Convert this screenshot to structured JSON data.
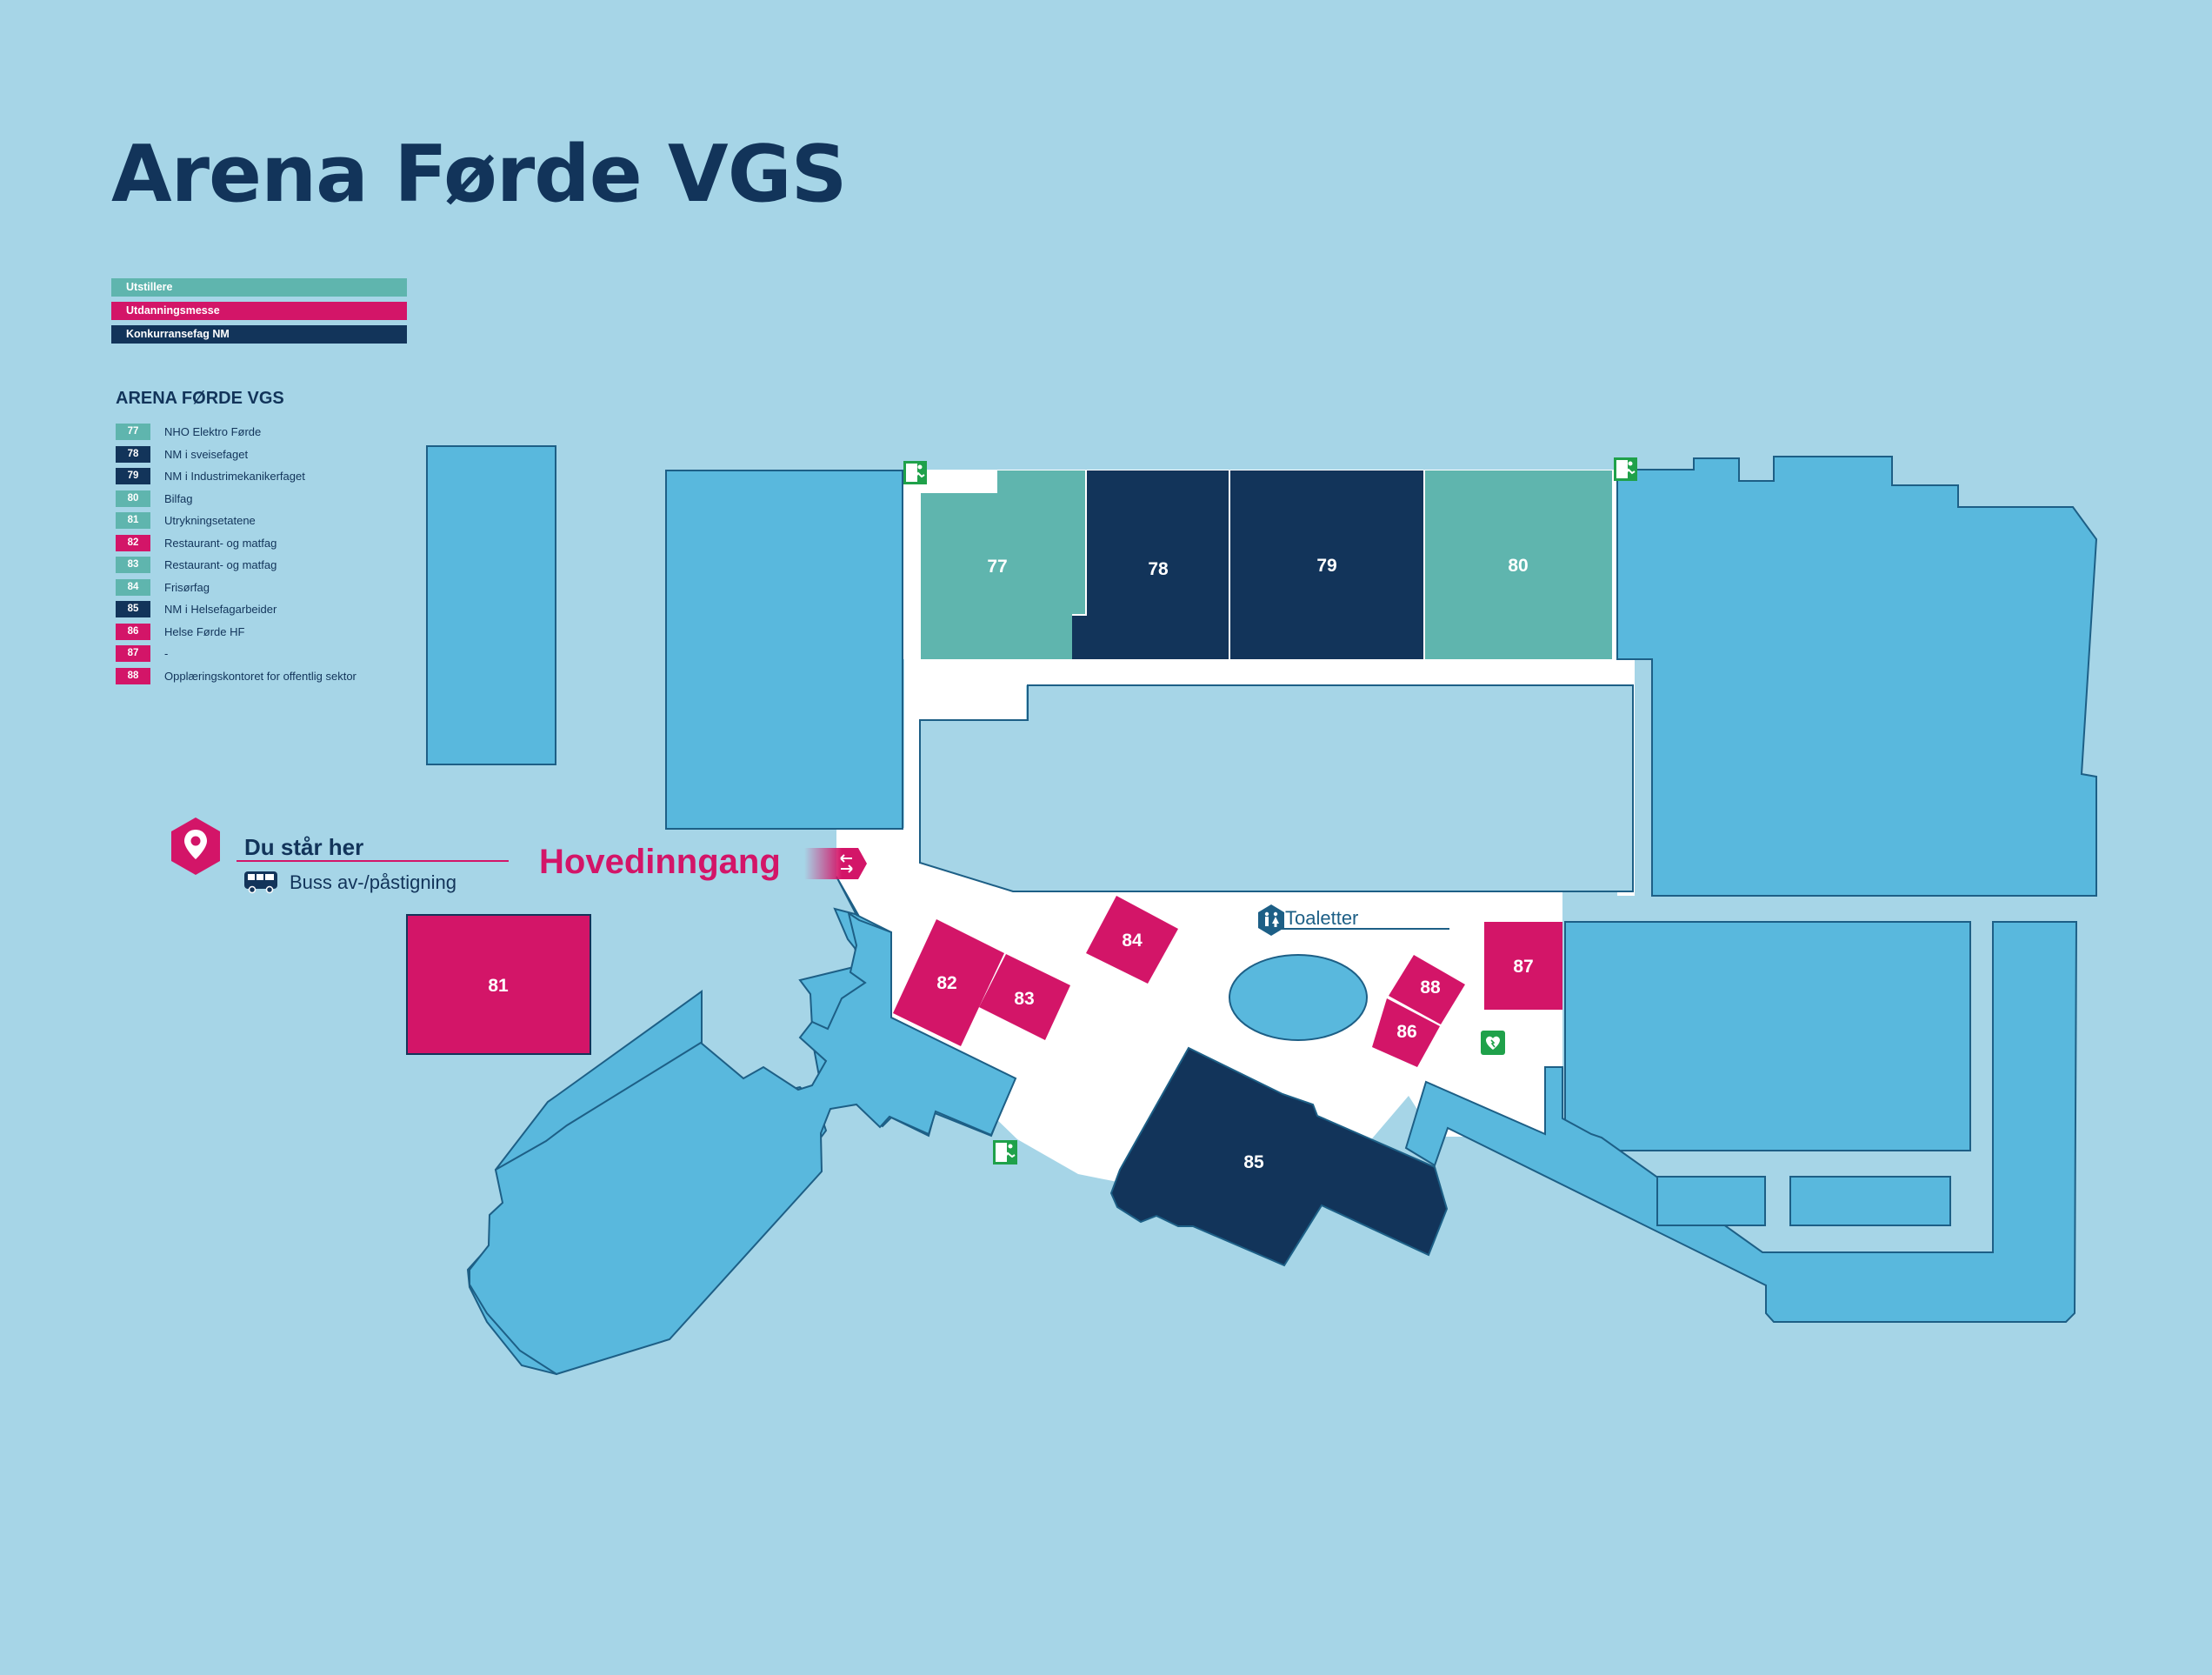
{
  "title": "Arena Førde VGS",
  "colors": {
    "background": "#a6d5e7",
    "building": "#59b8dd",
    "outline": "#1d5f86",
    "corridor": "#ffffff",
    "utstillere": "#5fb5ae",
    "utdanningsmesse": "#d31568",
    "konkurransefag": "#12345a",
    "exit": "#1fa14a"
  },
  "categories": [
    {
      "label": "Utstillere",
      "color": "#5fb5ae"
    },
    {
      "label": "Utdanningsmesse",
      "color": "#d31568"
    },
    {
      "label": "Konkurransefag NM",
      "color": "#12345a"
    }
  ],
  "legend_heading": "ARENA FØRDE VGS",
  "legend": [
    {
      "num": "77",
      "label": "NHO Elektro Førde",
      "color": "#5fb5ae"
    },
    {
      "num": "78",
      "label": "NM i sveisefaget",
      "color": "#12345a"
    },
    {
      "num": "79",
      "label": "NM i Industrimekanikerfaget",
      "color": "#12345a"
    },
    {
      "num": "80",
      "label": "Bilfag",
      "color": "#5fb5ae"
    },
    {
      "num": "81",
      "label": "Utrykningsetatene",
      "color": "#5fb5ae"
    },
    {
      "num": "82",
      "label": "Restaurant- og matfag",
      "color": "#d31568"
    },
    {
      "num": "83",
      "label": "Restaurant- og matfag",
      "color": "#5fb5ae"
    },
    {
      "num": "84",
      "label": "Frisørfag",
      "color": "#5fb5ae"
    },
    {
      "num": "85",
      "label": "NM i Helsefagarbeider",
      "color": "#12345a"
    },
    {
      "num": "86",
      "label": "Helse Førde HF",
      "color": "#d31568"
    },
    {
      "num": "87",
      "label": "-",
      "color": "#d31568"
    },
    {
      "num": "88",
      "label": "Opplæringskontoret for offentlig sektor",
      "color": "#d31568"
    }
  ],
  "you_are_here": {
    "label": "Du står her",
    "sub_label": "Buss av-/påstigning",
    "icon": "location-pin-icon",
    "sub_icon": "bus-icon"
  },
  "main_entrance": {
    "label": "Hovedinngang",
    "icon": "entrance-arrows-icon"
  },
  "toilets": {
    "label": "Toaletter",
    "icon": "toilet-icon"
  },
  "defibrillator": {
    "icon": "heart-defibrillator-icon"
  },
  "exit_icon": "emergency-exit-icon",
  "stands": [
    {
      "num": "77",
      "category": "Utstillere"
    },
    {
      "num": "78",
      "category": "Konkurransefag NM"
    },
    {
      "num": "79",
      "category": "Konkurransefag NM"
    },
    {
      "num": "80",
      "category": "Utstillere"
    },
    {
      "num": "81",
      "category": "Utdanningsmesse"
    },
    {
      "num": "82",
      "category": "Utdanningsmesse"
    },
    {
      "num": "83",
      "category": "Utdanningsmesse"
    },
    {
      "num": "84",
      "category": "Utdanningsmesse"
    },
    {
      "num": "85",
      "category": "Konkurransefag NM"
    },
    {
      "num": "86",
      "category": "Utdanningsmesse"
    },
    {
      "num": "87",
      "category": "Utdanningsmesse"
    },
    {
      "num": "88",
      "category": "Utdanningsmesse"
    }
  ]
}
